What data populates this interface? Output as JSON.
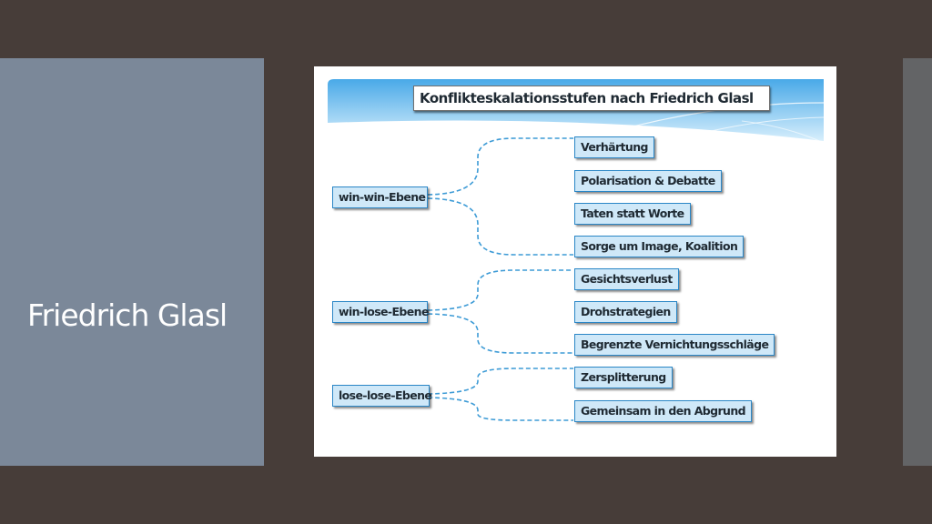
{
  "slide": {
    "title": "Friedrich Glasl"
  },
  "diagram": {
    "title": "Konflikteskalationsstufen nach Friedrich Glasl",
    "colors": {
      "banner_top": "#49a9e8",
      "banner_bottom": "#d8effc",
      "box_fill": "#cfe8f8",
      "box_border": "#2a86c6",
      "connector": "#3d9bd6"
    },
    "levels": [
      {
        "label": "win-win-Ebene",
        "stages": [
          "Verhärtung",
          "Polarisation & Debatte",
          "Taten statt Worte",
          "Sorge um Image, Koalition"
        ]
      },
      {
        "label": "win-lose-Ebene",
        "stages": [
          "Gesichtsverlust",
          "Drohstrategien",
          "Begrenzte Vernichtungsschläge"
        ]
      },
      {
        "label": "lose-lose-Ebene",
        "stages": [
          "Zersplitterung",
          "Gemeinsam in den Abgrund"
        ]
      }
    ]
  }
}
